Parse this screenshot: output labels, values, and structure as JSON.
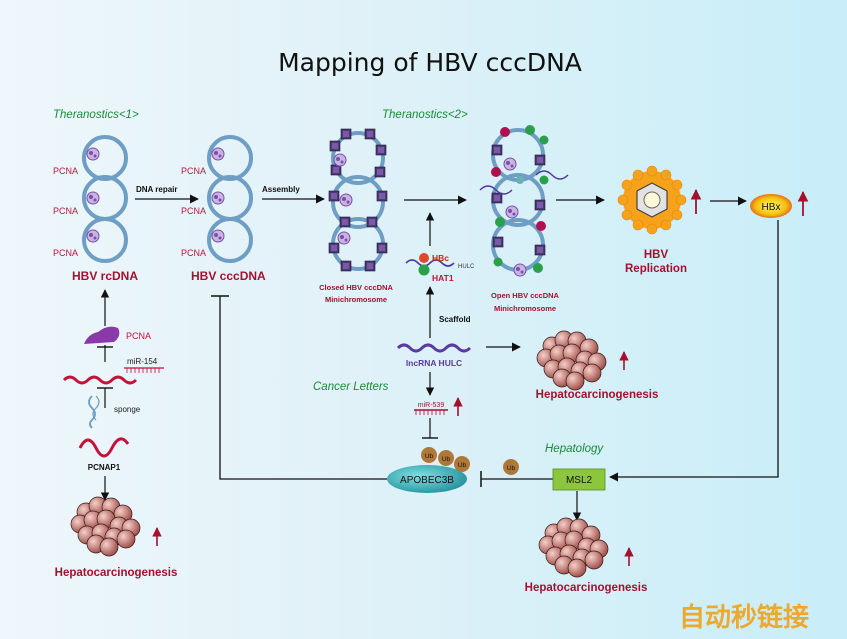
{
  "title": "Mapping of HBV cccDNA",
  "theranostics1": "Theranostics<1>",
  "theranostics2": "Theranostics<2>",
  "cancer_letters": "Cancer Letters",
  "hepatology": "Hepatology",
  "pcna": "PCNA",
  "dna_repair": "DNA repair",
  "assembly": "Assembly",
  "hbv_rcdna": "HBV rcDNA",
  "hbv_cccdna": "HBV cccDNA",
  "closed_line1": "Closed HBV cccDNA",
  "closed_line2": "Minichromosome",
  "open_line1": "Open HBV cccDNA",
  "open_line2": "Minichromosome",
  "hbv_rep_line1": "HBV",
  "hbv_rep_line2": "Replication",
  "hbx": "HBx",
  "hbc": "HBc",
  "hat1": "HAT1",
  "hulc_small": "HULC",
  "scaffold": "Scaffold",
  "lncrna_hulc": "lncRNA HULC",
  "mir154": "miR-154",
  "sponge": "sponge",
  "pcnap1": "PCNAP1",
  "mir539": "miR-539",
  "apobec3b": "APOBEC3B",
  "ub": "Ub",
  "msl2": "MSL2",
  "hepatocarcinogenesis": "Hepatocarcinogenesis",
  "watermark": "自动秒链接",
  "colors": {
    "ring": "#6e9ec4",
    "accent_red": "#a4102e",
    "green_text": "#1a8a3a",
    "msl2_box": "#8cc63f",
    "apobec": "#1f9aa6",
    "ub": "#b07838",
    "hbx_grad": "#f2c20a",
    "arrow_up": "#a4102e",
    "nucleosome": "#4b3a73",
    "watermark": "#f0a21a"
  }
}
